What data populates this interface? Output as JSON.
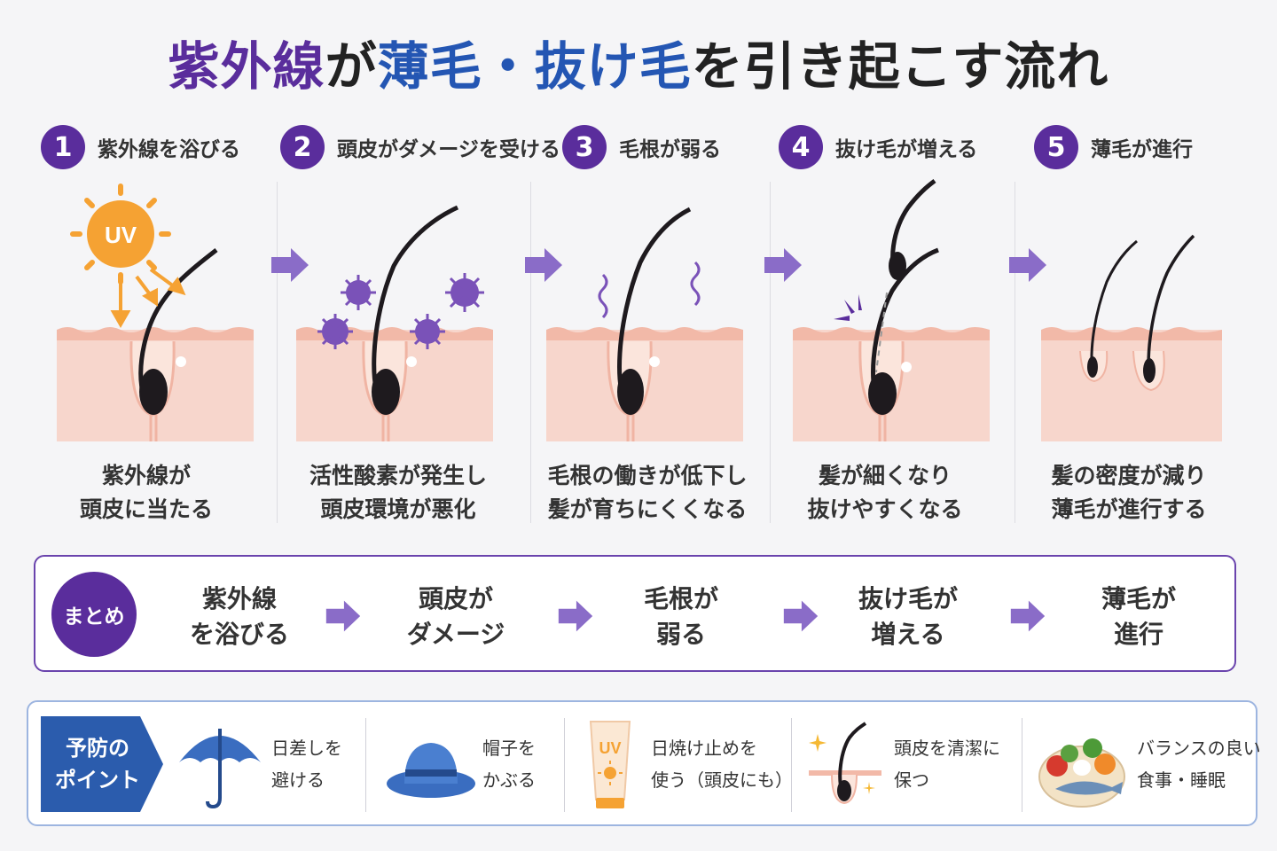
{
  "title": {
    "part1": "紫外線",
    "part2": "が",
    "part3": "薄毛・抜け毛",
    "part4": "を引き起こす流れ"
  },
  "steps": [
    {
      "number": "1",
      "heading": "紫外線を浴びる",
      "desc_line1": "紫外線が",
      "desc_line2": "頭皮に当たる",
      "uv_label": "UV"
    },
    {
      "number": "2",
      "heading": "頭皮がダメージを受ける",
      "desc_line1": "活性酸素が発生し",
      "desc_line2": "頭皮環境が悪化"
    },
    {
      "number": "3",
      "heading": "毛根が弱る",
      "desc_line1": "毛根の働きが低下し",
      "desc_line2": "髪が育ちにくくなる"
    },
    {
      "number": "4",
      "heading": "抜け毛が増える",
      "desc_line1": "髪が細くなり",
      "desc_line2": "抜けやすくなる"
    },
    {
      "number": "5",
      "heading": "薄毛が進行",
      "desc_line1": "髪の密度が減り",
      "desc_line2": "薄毛が進行する"
    }
  ],
  "summary": {
    "badge": "まとめ",
    "items": [
      {
        "line1": "紫外線",
        "line2": "を浴びる"
      },
      {
        "line1": "頭皮が",
        "line2": "ダメージ"
      },
      {
        "line1": "毛根が",
        "line2": "弱る"
      },
      {
        "line1": "抜け毛が",
        "line2": "増える"
      },
      {
        "line1": "薄毛が",
        "line2": "進行"
      }
    ]
  },
  "prevention": {
    "badge_line1": "予防の",
    "badge_line2": "ポイント",
    "items": [
      {
        "line1": "日差しを",
        "line2": "避ける",
        "icon": "umbrella-icon"
      },
      {
        "line1": "帽子を",
        "line2": "かぶる",
        "icon": "hat-icon"
      },
      {
        "line1": "日焼け止めを",
        "line2": "使う（頭皮にも）",
        "icon": "sunscreen-icon",
        "label": "UV"
      },
      {
        "line1": "頭皮を清潔に",
        "line2": "保つ",
        "icon": "clean-scalp-icon"
      },
      {
        "line1": "バランスの良い",
        "line2": "食事・睡眠",
        "icon": "food-icon"
      }
    ]
  },
  "colors": {
    "primary_purple": "#5a2d9c",
    "arrow_purple": "#8a6cc8",
    "title_blue": "#2456b3",
    "skin": "#f7d6cc",
    "hair": "#1e1a1e",
    "sun": "#f5a233",
    "badge_blue": "#2b5cad"
  }
}
